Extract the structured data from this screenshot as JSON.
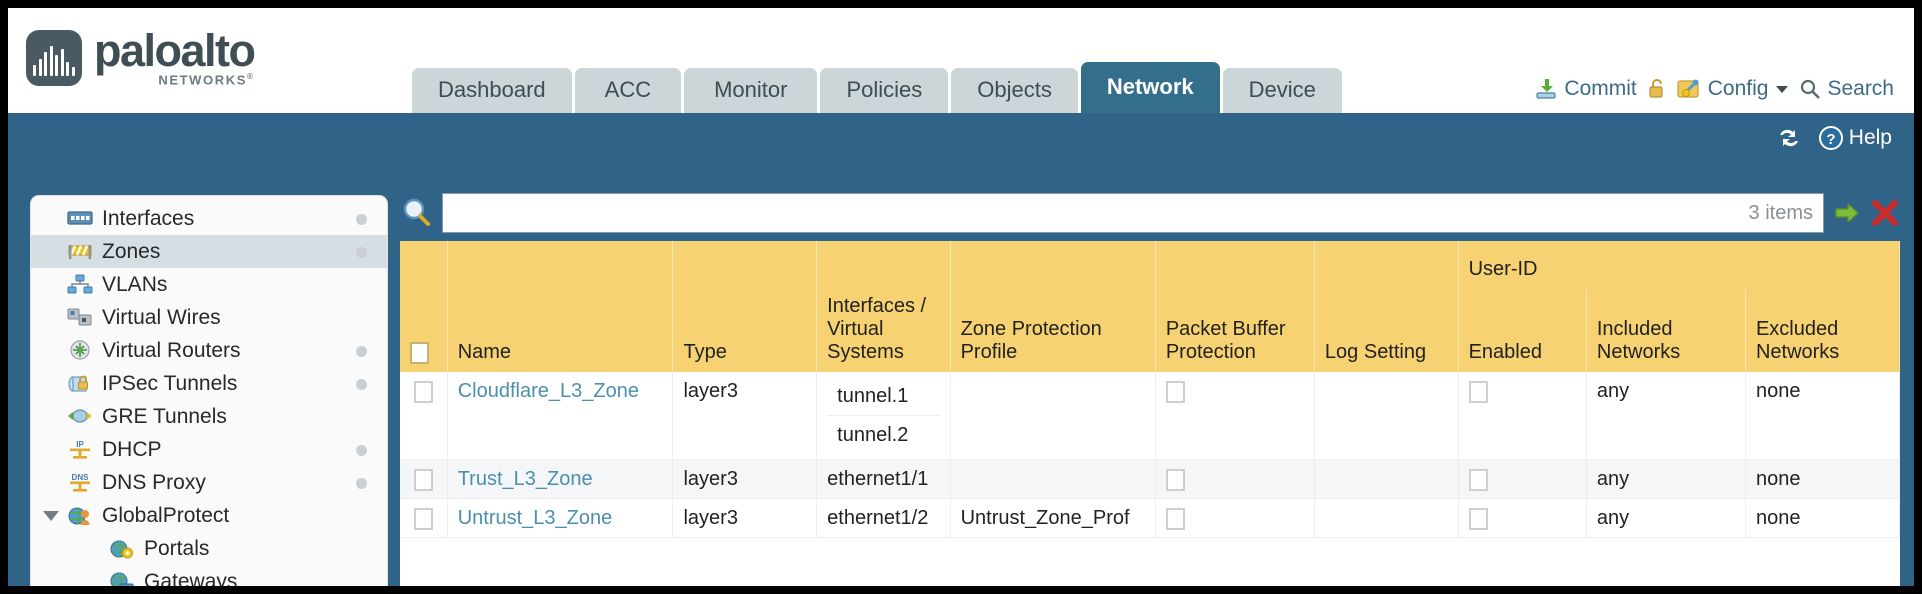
{
  "brand": {
    "name": "paloalto",
    "tagline": "NETWORKS",
    "registered": "®"
  },
  "tabs": [
    {
      "label": "Dashboard",
      "active": false
    },
    {
      "label": "ACC",
      "active": false
    },
    {
      "label": "Monitor",
      "active": false
    },
    {
      "label": "Policies",
      "active": false
    },
    {
      "label": "Objects",
      "active": false
    },
    {
      "label": "Network",
      "active": true
    },
    {
      "label": "Device",
      "active": false
    }
  ],
  "header_actions": {
    "commit": "Commit",
    "lock_icon": "padlock-icon",
    "config": "Config",
    "search": "Search"
  },
  "band": {
    "refresh_icon": "refresh-icon",
    "help": "Help"
  },
  "sidebar": {
    "items": [
      {
        "label": "Interfaces",
        "icon": "interfaces-icon",
        "active": false,
        "dot": true,
        "child": false,
        "expander": false
      },
      {
        "label": "Zones",
        "icon": "zones-icon",
        "active": true,
        "dot": true,
        "child": false,
        "expander": false
      },
      {
        "label": "VLANs",
        "icon": "vlans-icon",
        "active": false,
        "dot": false,
        "child": false,
        "expander": false
      },
      {
        "label": "Virtual Wires",
        "icon": "virtual-wires-icon",
        "active": false,
        "dot": false,
        "child": false,
        "expander": false
      },
      {
        "label": "Virtual Routers",
        "icon": "virtual-routers-icon",
        "active": false,
        "dot": true,
        "child": false,
        "expander": false
      },
      {
        "label": "IPSec Tunnels",
        "icon": "ipsec-tunnels-icon",
        "active": false,
        "dot": true,
        "child": false,
        "expander": false
      },
      {
        "label": "GRE Tunnels",
        "icon": "gre-tunnels-icon",
        "active": false,
        "dot": false,
        "child": false,
        "expander": false
      },
      {
        "label": "DHCP",
        "icon": "dhcp-icon",
        "active": false,
        "dot": true,
        "child": false,
        "expander": false
      },
      {
        "label": "DNS Proxy",
        "icon": "dns-proxy-icon",
        "active": false,
        "dot": true,
        "child": false,
        "expander": false
      },
      {
        "label": "GlobalProtect",
        "icon": "globalprotect-icon",
        "active": false,
        "dot": false,
        "child": false,
        "expander": true
      },
      {
        "label": "Portals",
        "icon": "portals-icon",
        "active": false,
        "dot": false,
        "child": true,
        "expander": false
      },
      {
        "label": "Gateways",
        "icon": "gateways-icon",
        "active": false,
        "dot": false,
        "child": true,
        "expander": false
      }
    ]
  },
  "search": {
    "value": "",
    "placeholder": "",
    "icon": "search-icon",
    "items_count": "3 items",
    "go_icon": "green-arrow-icon",
    "clear_icon": "red-x-icon"
  },
  "table": {
    "group_header": "User-ID",
    "columns": [
      "Name",
      "Type",
      "Interfaces / Virtual Systems",
      "Zone Protection Profile",
      "Packet Buffer Protection",
      "Log Setting",
      "Enabled",
      "Included Networks",
      "Excluded Networks"
    ],
    "column_lines": {
      "interfaces": [
        "Interfaces /",
        "Virtual",
        "Systems"
      ],
      "zone_protection": [
        "Zone Protection",
        "Profile"
      ],
      "packet_buffer": [
        "Packet Buffer",
        "Protection"
      ],
      "log_setting": [
        "Log Setting"
      ],
      "enabled": [
        "Enabled"
      ],
      "included": [
        "Included",
        "Networks"
      ],
      "excluded": [
        "Excluded",
        "Networks"
      ]
    },
    "rows": [
      {
        "name": "Cloudflare_L3_Zone",
        "type": "layer3",
        "interfaces": [
          "tunnel.1",
          "tunnel.2"
        ],
        "zone_protection_profile": "",
        "packet_buffer_protection": false,
        "log_setting": "",
        "userid_enabled": false,
        "included_networks": "any",
        "excluded_networks": "none"
      },
      {
        "name": "Trust_L3_Zone",
        "type": "layer3",
        "interfaces": [
          "ethernet1/1"
        ],
        "zone_protection_profile": "",
        "packet_buffer_protection": false,
        "log_setting": "",
        "userid_enabled": false,
        "included_networks": "any",
        "excluded_networks": "none"
      },
      {
        "name": "Untrust_L3_Zone",
        "type": "layer3",
        "interfaces": [
          "ethernet1/2"
        ],
        "zone_protection_profile": "Untrust_Zone_Prof",
        "packet_buffer_protection": false,
        "log_setting": "",
        "userid_enabled": false,
        "included_networks": "any",
        "excluded_networks": "none"
      }
    ]
  },
  "colors": {
    "brand_blue": "#2f6488",
    "active_tab": "#336e8b",
    "tab_grey": "#ccd5d7",
    "table_header_gold": "#f6d272",
    "group_header_gold": "#e8bf58",
    "link_blue": "#4b8fad",
    "sidebar_active": "#d5dfe3"
  }
}
